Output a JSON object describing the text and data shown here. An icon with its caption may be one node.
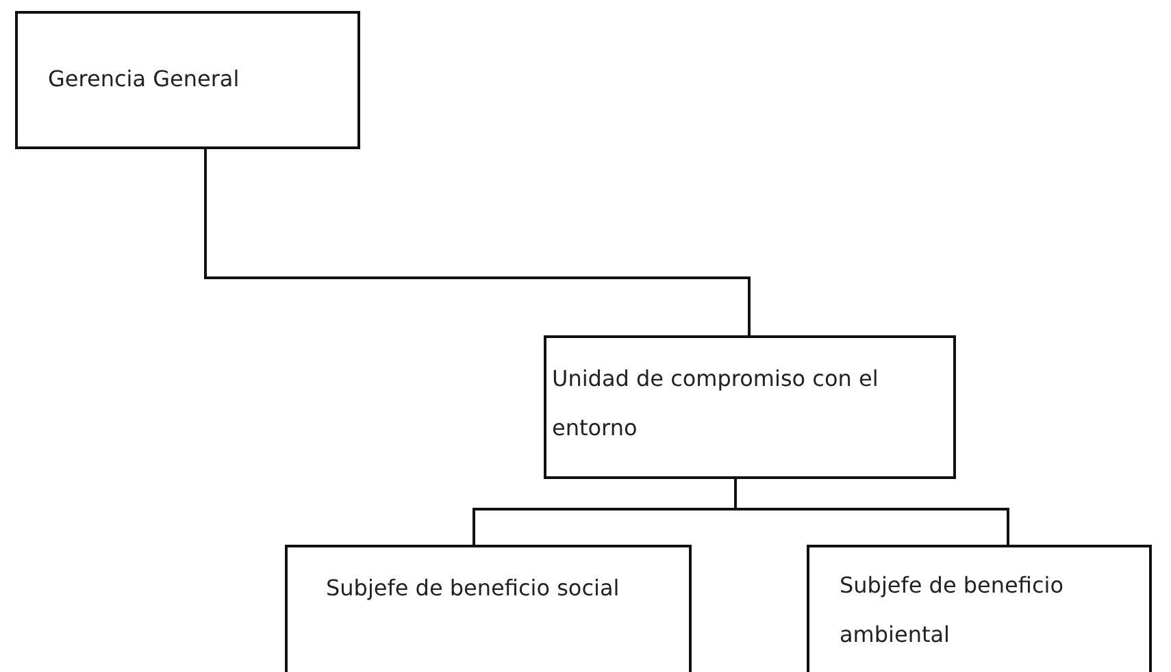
{
  "diagram": {
    "nodes": [
      {
        "text": [
          "Gerencia General"
        ]
      },
      {
        "text": [
          "Unidad de compromiso con el entorno"
        ]
      },
      {
        "text": [
          "Subjefe de beneficio social"
        ]
      },
      {
        "text": [
          "Subjefe de beneficio ambiental"
        ]
      }
    ],
    "edges": [
      {
        "from": 0,
        "to": 1,
        "arrow": "none"
      },
      {
        "from": 1,
        "to": 2,
        "arrow": "none"
      },
      {
        "from": 1,
        "to": 3,
        "arrow": "none"
      }
    ]
  }
}
